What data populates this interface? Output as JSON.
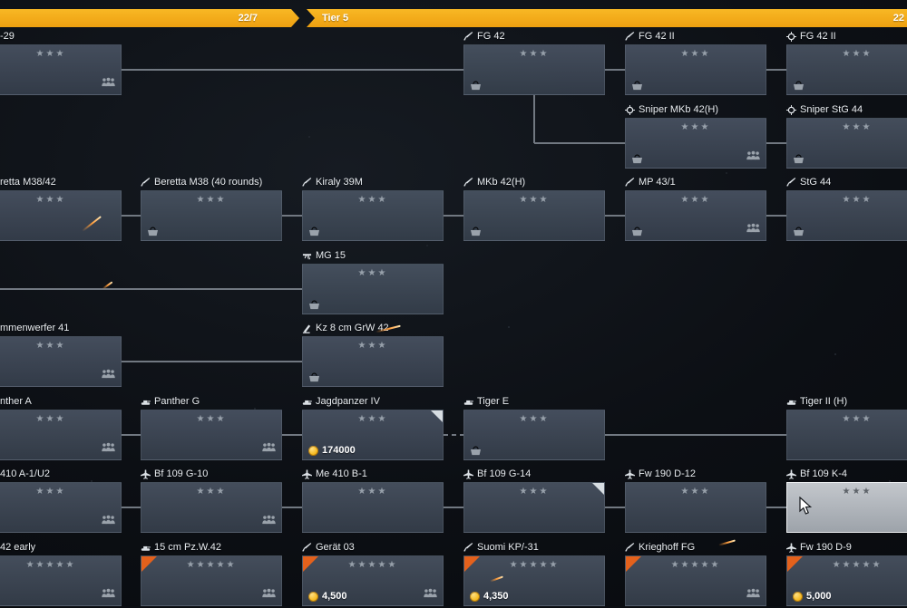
{
  "header": {
    "left_counter": "22/7",
    "tier_label": "Tier 5",
    "right_counter": "22",
    "bar_color": "#f2a51c"
  },
  "colors": {
    "accent_orange": "#f2a51c",
    "premium_corner": "#e4611c",
    "card_background": "#3e4856",
    "hovered_card": "#aab0b7",
    "connector": "#717881",
    "star": "#97a0aa",
    "gold_coin": "#f5b91e"
  },
  "tree": {
    "columns": 6,
    "rows": 8,
    "items": [
      {
        "id": "mp-29",
        "title": "-29",
        "icon": null,
        "col": 0,
        "row": 0,
        "stars": 3,
        "squad": true,
        "cut": true
      },
      {
        "id": "fg-42",
        "title": "FG 42",
        "icon": "gun",
        "col": 3,
        "row": 0,
        "stars": 3,
        "basket": true
      },
      {
        "id": "fg-42-ii-a",
        "title": "FG 42 II",
        "icon": "gun",
        "col": 4,
        "row": 0,
        "stars": 3,
        "basket": true
      },
      {
        "id": "fg-42-ii-b",
        "title": "FG 42 II",
        "icon": "sniper",
        "col": 5,
        "row": 0,
        "stars": 3,
        "basket": true
      },
      {
        "id": "sniper-mkb-42h",
        "title": "Sniper MKb 42(H)",
        "icon": "sniper",
        "col": 4,
        "row": 1,
        "stars": 3,
        "basket": true,
        "squad": true
      },
      {
        "id": "sniper-stg-44",
        "title": "Sniper StG 44",
        "icon": "sniper",
        "col": 5,
        "row": 1,
        "stars": 3,
        "basket": true
      },
      {
        "id": "beretta-m38-42",
        "title": "retta M38/42",
        "icon": null,
        "col": 0,
        "row": 2,
        "stars": 3,
        "cut": true
      },
      {
        "id": "beretta-m38-40",
        "title": "Beretta M38 (40 rounds)",
        "icon": "gun",
        "col": 1,
        "row": 2,
        "stars": 3,
        "basket": true
      },
      {
        "id": "kiraly-39m",
        "title": "Kiraly 39M",
        "icon": "gun",
        "col": 2,
        "row": 2,
        "stars": 3,
        "basket": true
      },
      {
        "id": "mkb-42h",
        "title": "MKb 42(H)",
        "icon": "gun",
        "col": 3,
        "row": 2,
        "stars": 3,
        "basket": true
      },
      {
        "id": "mp-43-1",
        "title": "MP 43/1",
        "icon": "gun",
        "col": 4,
        "row": 2,
        "stars": 3,
        "basket": true,
        "squad": true
      },
      {
        "id": "stg-44",
        "title": "StG 44",
        "icon": "gun",
        "col": 5,
        "row": 2,
        "stars": 3,
        "basket": true
      },
      {
        "id": "mg-15",
        "title": "MG 15",
        "icon": "mg",
        "col": 2,
        "row": 3,
        "stars": 3,
        "basket": true
      },
      {
        "id": "flammenwerfer-41",
        "title": "mmenwerfer 41",
        "icon": null,
        "col": 0,
        "row": 4,
        "stars": 3,
        "squad": true,
        "cut": true
      },
      {
        "id": "kz-8cm-grw-42",
        "title": "Kz 8 cm GrW 42",
        "icon": "mortar",
        "col": 2,
        "row": 4,
        "stars": 3,
        "basket": true
      },
      {
        "id": "panther-a",
        "title": "nther A",
        "icon": null,
        "col": 0,
        "row": 5,
        "stars": 3,
        "squad": true,
        "cut": true
      },
      {
        "id": "panther-g",
        "title": "Panther G",
        "icon": "tank",
        "col": 1,
        "row": 5,
        "stars": 3,
        "squad": true
      },
      {
        "id": "jagdpanzer-iv",
        "title": "Jagdpanzer IV",
        "icon": "tank",
        "col": 2,
        "row": 5,
        "stars": 3,
        "cost": "174000",
        "corner": true
      },
      {
        "id": "tiger-e",
        "title": "Tiger E",
        "icon": "tank",
        "col": 3,
        "row": 5,
        "stars": 3,
        "basket": true
      },
      {
        "id": "tiger-ii-h",
        "title": "Tiger II (H)",
        "icon": "tank",
        "col": 5,
        "row": 5,
        "stars": 3
      },
      {
        "id": "me-410-a1-u2",
        "title": "410 A-1/U2",
        "icon": null,
        "col": 0,
        "row": 6,
        "stars": 3,
        "squad": true,
        "cut": true
      },
      {
        "id": "bf-109-g10",
        "title": "Bf 109 G-10",
        "icon": "plane",
        "col": 1,
        "row": 6,
        "stars": 3,
        "squad": true
      },
      {
        "id": "me-410-b1",
        "title": "Me 410 B-1",
        "icon": "plane",
        "col": 2,
        "row": 6,
        "stars": 3
      },
      {
        "id": "bf-109-g14",
        "title": "Bf 109 G-14",
        "icon": "plane",
        "col": 3,
        "row": 6,
        "stars": 3,
        "corner": true
      },
      {
        "id": "fw-190-d12",
        "title": "Fw 190 D-12",
        "icon": "plane",
        "col": 4,
        "row": 6,
        "stars": 3
      },
      {
        "id": "bf-109-k4",
        "title": "Bf 109 K-4",
        "icon": "plane",
        "col": 5,
        "row": 6,
        "stars": 3,
        "hovered": true
      },
      {
        "id": "fg-42-early",
        "title": "42 early",
        "icon": null,
        "col": 0,
        "row": 7,
        "stars": 5,
        "squad": true,
        "premium": true,
        "cut": true
      },
      {
        "id": "pz-w-42",
        "title": "15 cm Pz.W.42",
        "icon": "tank",
        "col": 1,
        "row": 7,
        "stars": 5,
        "squad": true,
        "premium": true
      },
      {
        "id": "gerat-03",
        "title": "Gerät 03",
        "icon": "gun",
        "col": 2,
        "row": 7,
        "stars": 5,
        "cost": "4,500",
        "squad": true,
        "premium": true
      },
      {
        "id": "suomi-kp-31",
        "title": "Suomi KP/-31",
        "icon": "gun",
        "col": 3,
        "row": 7,
        "stars": 5,
        "cost": "4,350",
        "premium": true
      },
      {
        "id": "krieghoff-fg",
        "title": "Krieghoff FG",
        "icon": "gun",
        "col": 4,
        "row": 7,
        "stars": 5,
        "squad": true,
        "premium": true
      },
      {
        "id": "fw-190-d9",
        "title": "Fw 190 D-9",
        "icon": "plane",
        "col": 5,
        "row": 7,
        "stars": 5,
        "cost": "5,000",
        "premium": true
      }
    ],
    "connectors": [
      {
        "from": "mp-29",
        "to": "fg-42"
      },
      {
        "from": "fg-42",
        "to": "fg-42-ii-a"
      },
      {
        "from": "fg-42-ii-a",
        "to": "fg-42-ii-b"
      },
      {
        "from": "fg-42",
        "to": "sniper-mkb-42h",
        "type": "elbow"
      },
      {
        "from": "sniper-mkb-42h",
        "to": "sniper-stg-44"
      },
      {
        "from": "beretta-m38-42",
        "to": "beretta-m38-40"
      },
      {
        "from": "beretta-m38-40",
        "to": "kiraly-39m"
      },
      {
        "from": "kiraly-39m",
        "to": "mkb-42h"
      },
      {
        "from": "mkb-42h",
        "to": "mp-43-1"
      },
      {
        "from": "mp-43-1",
        "to": "stg-44"
      },
      {
        "from": "edge-left",
        "to": "mg-15"
      },
      {
        "from": "flammenwerfer-41",
        "to": "kz-8cm-grw-42"
      },
      {
        "from": "panther-a",
        "to": "panther-g"
      },
      {
        "from": "panther-g",
        "to": "jagdpanzer-iv"
      },
      {
        "from": "jagdpanzer-iv",
        "to": "tiger-e",
        "dashed": true
      },
      {
        "from": "tiger-e",
        "to": "tiger-ii-h"
      },
      {
        "from": "me-410-a1-u2",
        "to": "bf-109-g10"
      },
      {
        "from": "bf-109-g10",
        "to": "me-410-b1"
      },
      {
        "from": "me-410-b1",
        "to": "bf-109-g14"
      },
      {
        "from": "bf-109-g14",
        "to": "fw-190-d12"
      },
      {
        "from": "fw-190-d12",
        "to": "bf-109-k4"
      }
    ]
  }
}
